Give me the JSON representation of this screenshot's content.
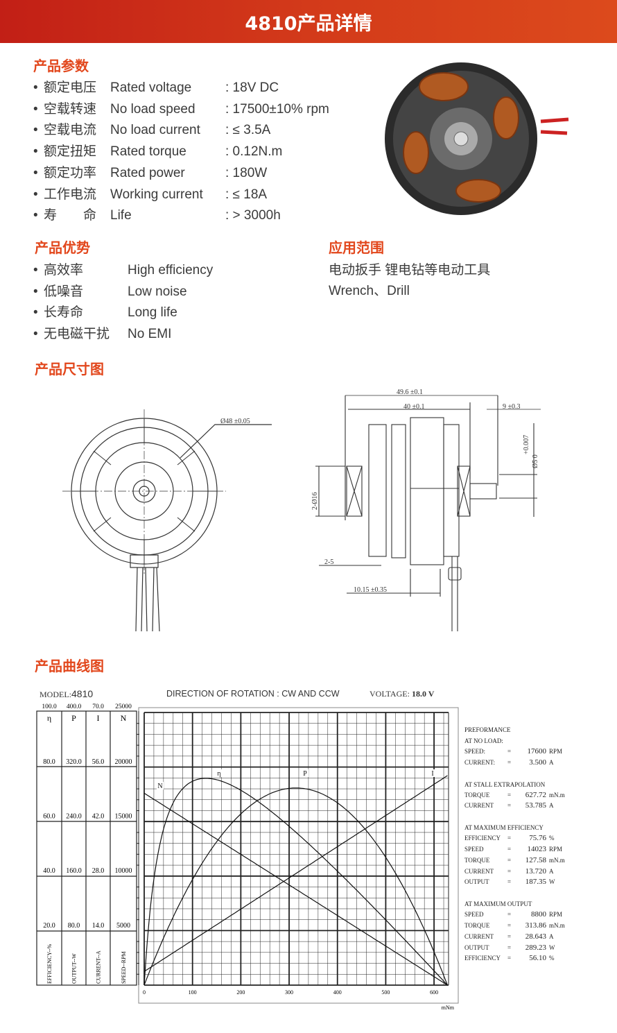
{
  "header": {
    "title": "4810产品详情"
  },
  "colors": {
    "accent": "#e2471c",
    "header_start": "#c21f16",
    "header_end": "#dc4a1c"
  },
  "params": {
    "title": "产品参数",
    "items": [
      {
        "cn": "额定电压",
        "en": "Rated voltage",
        "value": ": 18V DC"
      },
      {
        "cn": "空载转速",
        "en": "No load speed",
        "value": ": 17500±10% rpm"
      },
      {
        "cn": "空载电流",
        "en": "No load current",
        "value": ": ≤ 3.5A"
      },
      {
        "cn": "额定扭矩",
        "en": "Rated torque",
        "value": ": 0.12N.m"
      },
      {
        "cn": "额定功率",
        "en": "Rated power",
        "value": ": 180W"
      },
      {
        "cn": "工作电流",
        "en": "Working current",
        "value": ": ≤ 18A"
      },
      {
        "cn": "寿　　命",
        "en": "Life",
        "value": ":  > 3000h"
      }
    ]
  },
  "advantages": {
    "title": "产品优势",
    "items": [
      {
        "cn": "高效率",
        "en": "High efficiency"
      },
      {
        "cn": "低噪音",
        "en": "Low noise"
      },
      {
        "cn": "长寿命",
        "en": "Long life"
      },
      {
        "cn": "无电磁干扰",
        "en": "No EMI"
      }
    ]
  },
  "applications": {
    "title": "应用范围",
    "lines": [
      "电动扳手 锂电钻等电动工具",
      "Wrench、Drill"
    ]
  },
  "dimensions": {
    "title": "产品尺寸图",
    "front": {
      "diameter": "Ø48 ±0.05"
    },
    "side": {
      "overall": "49.6 ±0.1",
      "body": "40 ±0.1",
      "shaft": "9 ±0.3",
      "shaft_tol": "+0.007",
      "shaft_dia": "Ø5 0",
      "bearing": "2-Ø16",
      "bearing_w": "2-5",
      "stator": "10.15 ±0.35"
    }
  },
  "curves": {
    "title": "产品曲线图"
  },
  "chart_data": {
    "type": "line",
    "model_label": "MODEL:",
    "model": "4810",
    "title": "DIRECTION OF ROTATION : CW AND CCW",
    "voltage_label": "VOLTAGE:",
    "voltage": "18.0  V",
    "xlabel": "mNm",
    "xlim": [
      0,
      630
    ],
    "xticks": [
      "0",
      "100",
      "200",
      "300",
      "400",
      "500",
      "600"
    ],
    "axes": [
      {
        "symbol": "η",
        "label": "EFFICIENCY--%",
        "ticks": [
          "100.0",
          "80.0",
          "60.0",
          "40.0",
          "20.0"
        ],
        "max": 100
      },
      {
        "symbol": "P",
        "label": "OUTPUT--W",
        "ticks": [
          "400.0",
          "320.0",
          "240.0",
          "160.0",
          "80.0"
        ],
        "max": 400
      },
      {
        "symbol": "I",
        "label": "CURRENT--A",
        "ticks": [
          "70.0",
          "56.0",
          "42.0",
          "28.0",
          "14.0"
        ],
        "max": 70
      },
      {
        "symbol": "N",
        "label": "SPEED--RPM",
        "ticks": [
          "25000",
          "20000",
          "15000",
          "10000",
          "5000"
        ],
        "max": 25000
      }
    ],
    "series": [
      {
        "name": "N",
        "axis": 3,
        "model": "speed",
        "no_load": 17600,
        "stall_torque": 627.72
      },
      {
        "name": "η",
        "axis": 0,
        "model": "efficiency",
        "peak": 75.76,
        "peak_torque": 127.58
      },
      {
        "name": "P",
        "axis": 1,
        "model": "output",
        "peak": 289.23,
        "peak_torque": 313.86
      },
      {
        "name": "I",
        "axis": 2,
        "model": "current",
        "no_load": 3.5,
        "stall": 53.785
      }
    ]
  },
  "performance": {
    "title": "PREFORMANCE",
    "groups": [
      {
        "title": "AT NO LOAD:",
        "rows": [
          [
            "SPEED:",
            "=",
            "17600",
            "RPM"
          ],
          [
            "CURRENT:",
            "=",
            "3.500",
            "A"
          ]
        ]
      },
      {
        "title": "AT STALL EXTRAPOLATION",
        "rows": [
          [
            "TORQUE",
            "=",
            "627.72",
            "mN.m"
          ],
          [
            "CURRENT",
            "=",
            "53.785",
            "A"
          ]
        ]
      },
      {
        "title": "AT MAXIMUM EFFICIENCY",
        "rows": [
          [
            "EFFICIENCY",
            "=",
            "75.76",
            "%"
          ],
          [
            "SPEED",
            "=",
            "14023",
            "RPM"
          ],
          [
            "TORQUE",
            "=",
            "127.58",
            "mN.m"
          ],
          [
            "CURRENT",
            "=",
            "13.720",
            "A"
          ],
          [
            "OUTPUT",
            "=",
            "187.35",
            "W"
          ]
        ]
      },
      {
        "title": "AT MAXIMUM OUTPUT",
        "rows": [
          [
            "SPEED",
            "=",
            "8800",
            "RPM"
          ],
          [
            "TORQUE",
            "=",
            "313.86",
            "mN.m"
          ],
          [
            "CURRENT",
            "=",
            "28.643",
            "A"
          ],
          [
            "OUTPUT",
            "=",
            "289.23",
            "W"
          ],
          [
            "EFFICIENCY",
            "=",
            "56.10",
            "%"
          ]
        ]
      }
    ]
  }
}
